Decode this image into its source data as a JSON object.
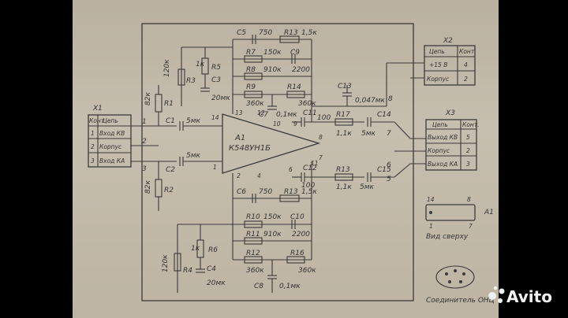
{
  "chip": {
    "ref": "A1",
    "part": "К548УН1Б",
    "pin_left_top": "14",
    "pin_left_bottom": "1",
    "pin_right_top": "8",
    "pin_right_bottom": "7",
    "pin_top_a": "13",
    "pin_top_b": "12",
    "pin_bot_a": "4",
    "pin_bot_b": "2"
  },
  "x1": {
    "ref": "X1",
    "head_a": "Конт",
    "head_b": "Цепь",
    "rows": [
      [
        "1",
        "Вход КВ"
      ],
      [
        "2",
        "Корпус"
      ],
      [
        "3",
        "Вход КА"
      ]
    ],
    "pins": [
      "1",
      "2",
      "3"
    ]
  },
  "x2": {
    "ref": "X2",
    "head_a": "Цепь",
    "head_b": "Конт.",
    "rows": [
      [
        "+15 В",
        "4"
      ],
      [
        "Корпус",
        "2"
      ]
    ]
  },
  "x3": {
    "ref": "X3",
    "head_a": "Цепь",
    "head_b": "Конт.",
    "rows": [
      [
        "Выход КВ",
        "5"
      ],
      [
        "Корпус",
        "2"
      ],
      [
        "Выход КА",
        "3"
      ]
    ],
    "pins": [
      "8",
      "7",
      "6",
      "5"
    ]
  },
  "labels": {
    "c5": "С5",
    "c5v": "750",
    "r13a": "R13",
    "r13av": "1,5к",
    "r7": "R7",
    "r7v": "150к",
    "c9": "С9",
    "r8": "R8",
    "r8v": "910к",
    "c9v": "2200",
    "r9": "R9",
    "r14": "R14",
    "r9v": "360к",
    "c7": "С7",
    "c7v": "0,1мк",
    "r14v": "360к",
    "r3": "R3",
    "r3v": "120к",
    "r5": "R5",
    "r5v": "1к",
    "c3": "С3",
    "c3v": "20мк",
    "r1": "R1",
    "r1v": "82к",
    "c1": "С1",
    "c1v": "5мк",
    "c2": "С2",
    "c2v": "5мк",
    "r2": "R2",
    "r2v": "82к",
    "c13": "С13",
    "c13v": "0,047мк",
    "c11": "С11",
    "c11v": "100",
    "r17": "R17",
    "r17v": "1,1к",
    "c14": "С14",
    "c14v": "5мк",
    "c12": "С12",
    "c12v": "100",
    "r13b": "R13",
    "r13bv": "1,1к",
    "c15": "С15",
    "c15v": "5мк",
    "c6": "С6",
    "c6v": "750",
    "r13c": "R13",
    "r13cv": "1,5к",
    "r10": "R10",
    "r10v": "150к",
    "c10": "С10",
    "r11": "R11",
    "r11v": "910к",
    "c10v": "2200",
    "r12": "R12",
    "r16": "R16",
    "r12v": "360к",
    "r16v": "360к",
    "r4": "R4",
    "r4v": "120к",
    "r6": "R6",
    "r6v": "1к",
    "c4": "С4",
    "c4v": "20мк",
    "c8": "С8",
    "c8v": "0,1мк",
    "pin9": "9",
    "pin10": "10",
    "pin6": "6",
    "pin11": "11"
  },
  "inset": {
    "ref": "A1",
    "pin14": "14",
    "pin8": "8",
    "pin1": "1",
    "pin7": "7",
    "caption": "Вид сверху"
  },
  "footer": {
    "caption": "Соединитель ОНЦ"
  },
  "watermark": {
    "text": "Avito"
  }
}
